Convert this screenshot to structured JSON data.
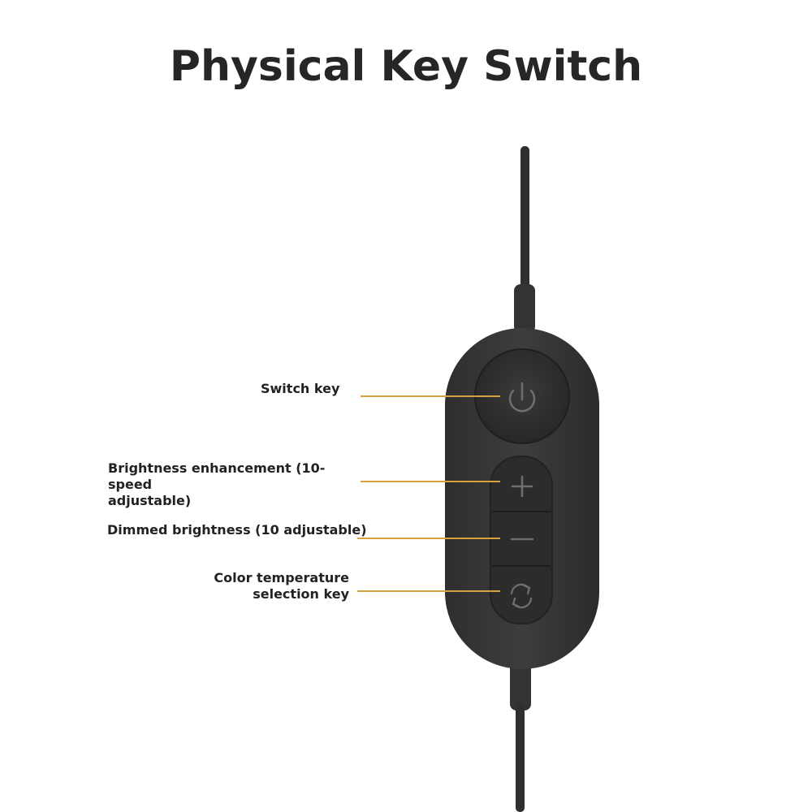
{
  "title": "Physical Key Switch",
  "labels": {
    "switch_key": "Switch key",
    "brightness_up_line1": "Brightness enhancement (10-speed",
    "brightness_up_line2": "adjustable)",
    "brightness_down": "Dimmed brightness (10 adjustable)",
    "color_temp_line1": "Color temperature",
    "color_temp_line2": "selection key"
  },
  "colors": {
    "title_text": "#262626",
    "leader_line": "#d6a23a",
    "device_body": "#3a3a3a",
    "button_face": "#2f2f2f",
    "icon_stroke": "#6e6e6e"
  },
  "icons": [
    "power-icon",
    "plus-icon",
    "minus-icon",
    "refresh-icon"
  ]
}
